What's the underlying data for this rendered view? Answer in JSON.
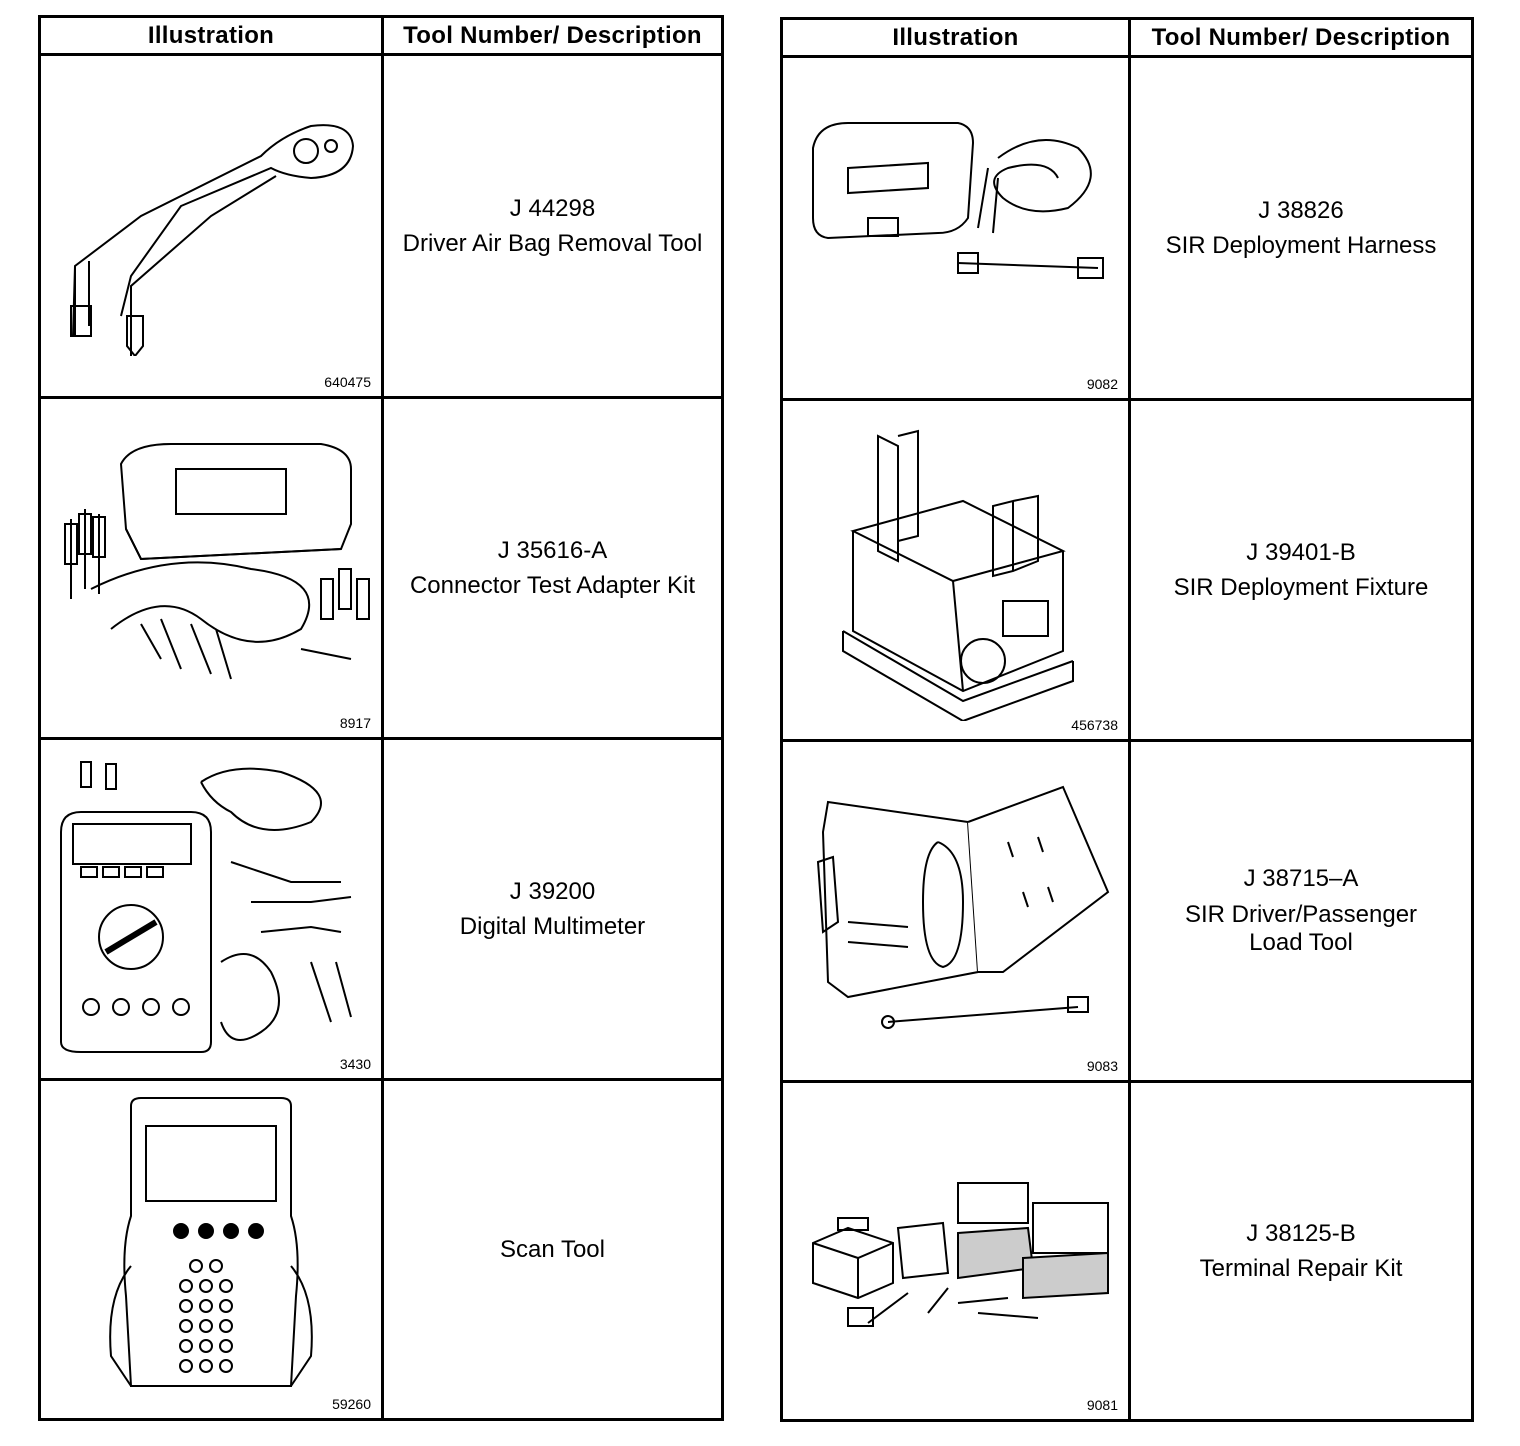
{
  "headers": {
    "illustration": "Illustration",
    "tool_desc": "Tool Number/ Description"
  },
  "left": [
    {
      "tool": "J 44298",
      "desc": "Driver Air Bag Removal Tool",
      "fig": "640475",
      "icon": "air-bag-removal-tool"
    },
    {
      "tool": "J 35616-A",
      "desc": "Connector Test Adapter Kit",
      "fig": "8917",
      "icon": "adapter-kit"
    },
    {
      "tool": "J 39200",
      "desc": "Digital Multimeter",
      "fig": "3430",
      "icon": "multimeter"
    },
    {
      "tool": "",
      "desc": "Scan Tool",
      "fig": "59260",
      "icon": "scan-tool"
    }
  ],
  "right": [
    {
      "tool": "J 38826",
      "desc": "SIR Deployment Harness",
      "fig": "9082",
      "icon": "deployment-harness"
    },
    {
      "tool": "J 39401-B",
      "desc": "SIR Deployment Fixture",
      "fig": "456738",
      "icon": "deployment-fixture"
    },
    {
      "tool": "J 38715–A",
      "desc": "SIR Driver/Passenger",
      "desc2": "Load Tool",
      "fig": "9083",
      "icon": "load-tool"
    },
    {
      "tool": "J 38125-B",
      "desc": "Terminal Repair Kit",
      "fig": "9081",
      "icon": "terminal-repair-kit"
    }
  ]
}
